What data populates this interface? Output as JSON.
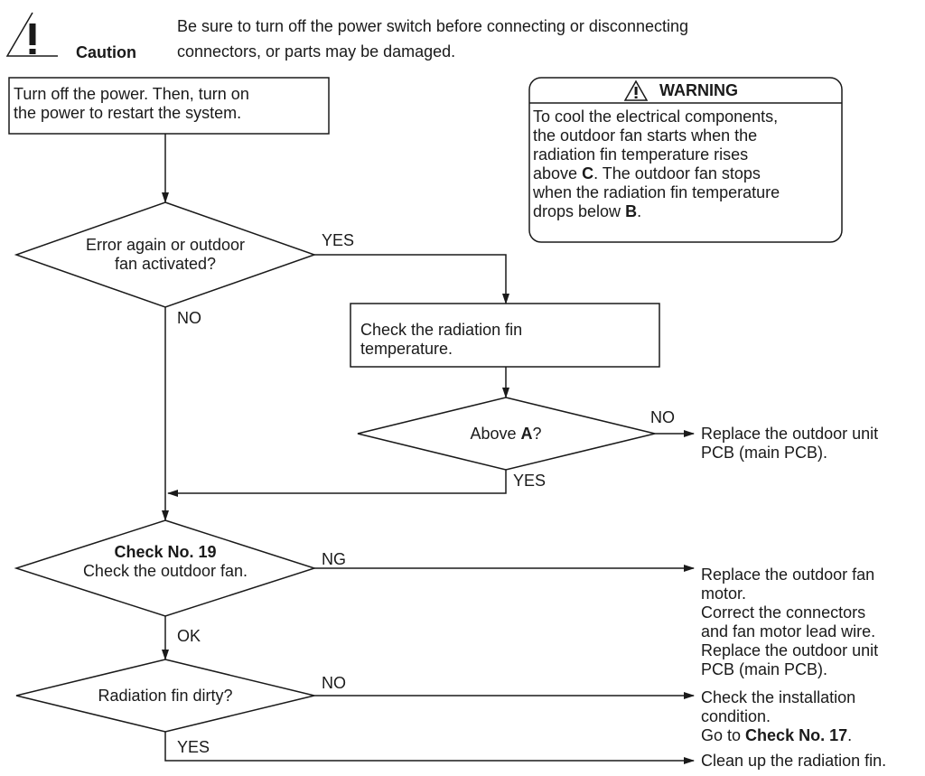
{
  "caution": {
    "label": "Caution",
    "line1": "Be sure to turn off the power switch before connecting or disconnecting",
    "line2": "connectors, or parts may be damaged."
  },
  "warning": {
    "title": "WARNING",
    "lines": [
      "To cool the electrical components,",
      "the outdoor fan starts when the",
      "radiation fin temperature rises",
      "The outdoor fan stops",
      "when the radiation fin temperature",
      "drops below"
    ],
    "above_prefix": "above",
    "letter_c": "C",
    "c_suffix": ".",
    "letter_b": "B",
    "b_suffix": "."
  },
  "steps": {
    "power": {
      "line1": "Turn off the power. Then, turn on",
      "line2": "the power to restart the system."
    },
    "error_q": {
      "line1": "Error again or outdoor",
      "line2": "fan activated?"
    },
    "check_fin": {
      "line1": "Check the radiation fin",
      "line2": "temperature."
    },
    "above_q": {
      "prefix": "Above",
      "letter": "A",
      "suffix": "?"
    },
    "check19": {
      "line1": "Check No. 19",
      "line2": "Check the outdoor fan."
    },
    "dirty_q": {
      "text": "Radiation fin dirty?"
    }
  },
  "labels": {
    "yes_error": "YES",
    "no_error": "NO",
    "no_above": "NO",
    "yes_above": "YES",
    "ng": "NG",
    "ok": "OK",
    "no_dirty": "NO",
    "yes_dirty": "YES"
  },
  "outcomes": {
    "replace_pcb_1": {
      "line1": "Replace the outdoor unit",
      "line2": "PCB (main PCB)."
    },
    "fan_fail": [
      "Replace the outdoor fan",
      "motor.",
      "Correct the connectors",
      "and fan motor lead wire.",
      "Replace the outdoor unit",
      "PCB (main PCB)."
    ],
    "install": {
      "line1": "Check the installation",
      "line2": "condition.",
      "goto_prefix": "Go to",
      "goto_ref": "Check No. 17",
      "goto_suffix": "."
    },
    "clean": "Clean up the radiation fin."
  }
}
